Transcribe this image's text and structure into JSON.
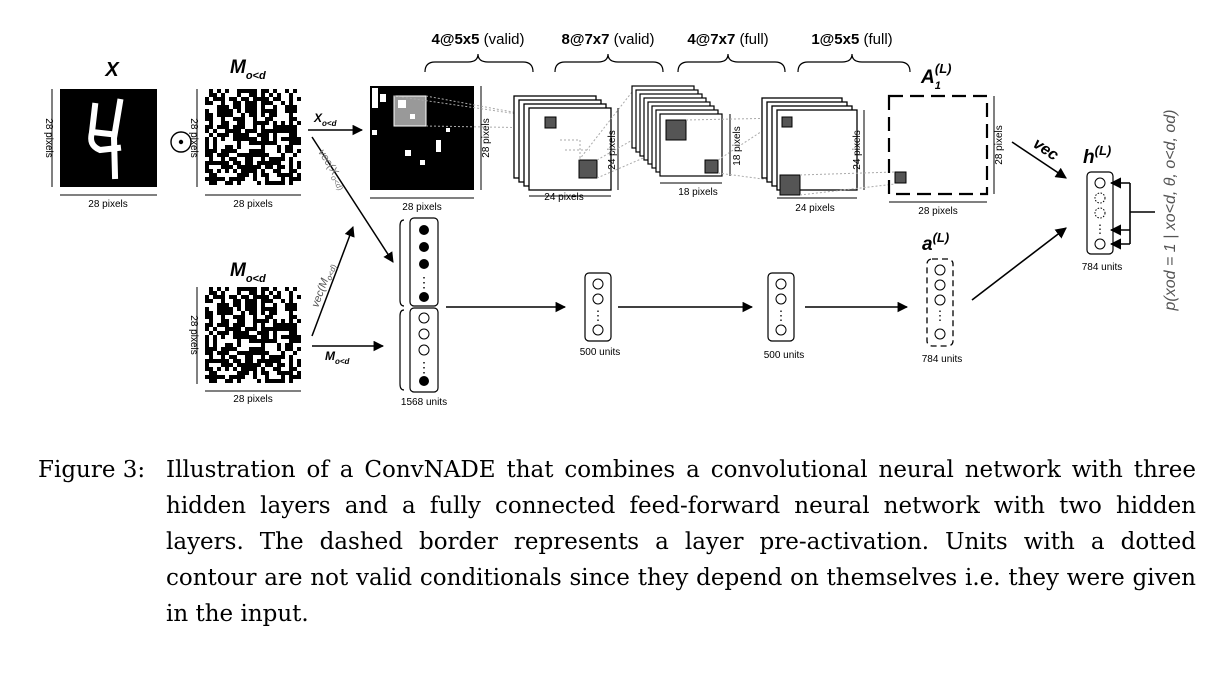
{
  "figure": {
    "symbols": {
      "X": "X",
      "mask_top": "M",
      "mask_top_sub": "o<d",
      "mask_bottom": "M",
      "mask_bottom_sub": "o<d",
      "odot": "⊙",
      "A": "A",
      "A_sub": "1",
      "A_sup": "(L)",
      "a_vec": "a",
      "a_sup": "(L)",
      "h": "h",
      "h_sup": "(L)",
      "vec": "vec",
      "x_arrow": "X",
      "x_arrow_sub": "o<d",
      "vec_x_arrow": "vec(X",
      "vec_x_arrow_sub": "o<d)",
      "vec_m_arrow": "vec(M",
      "vec_m_arrow_sub": "o<d)",
      "m_arrow": "M",
      "m_arrow_sub": "o<d",
      "output": "p(xod = 1 | xo<d, θ, o<d, od)"
    },
    "size_labels": {
      "input_bottom": "28 pixels",
      "input_side": "28 pixels",
      "mask1_bottom": "28 pixels",
      "mask1_side": "28 pixels",
      "mask2_bottom": "28 pixels",
      "mask2_side": "28 pixels",
      "masked_bottom": "28 pixels",
      "masked_side": "28 pixels",
      "conv1_bottom": "24 pixels",
      "conv1_side": "24 pixels",
      "conv2_bottom": "18 pixels",
      "conv2_side": "18 pixels",
      "conv3_bottom": "24 pixels",
      "conv3_side": "24 pixels",
      "preact_bottom": "28 pixels",
      "preact_side": "28 pixels"
    },
    "layer_headers": [
      {
        "bold": "4@5x5",
        "rest": " (valid)"
      },
      {
        "bold": "8@7x7",
        "rest": " (valid)"
      },
      {
        "bold": "4@7x7",
        "rest": " (full)"
      },
      {
        "bold": "1@5x5",
        "rest": " (full)"
      }
    ],
    "unit_labels": {
      "input_vec": "1568 units",
      "hidden1": "500 units",
      "hidden2": "500 units",
      "preact_vec": "784 units",
      "output_vec": "784 units"
    }
  },
  "caption": {
    "label": "Figure 3:",
    "text": "Illustration of a ConvNADE that combines a convolutional neural network with three hidden layers and a fully connected feed-forward neural network with two hidden layers. The dashed border represents a layer pre-activation. Units with a dotted contour are not valid conditionals since they depend on themselves i.e. they were given in the input."
  }
}
